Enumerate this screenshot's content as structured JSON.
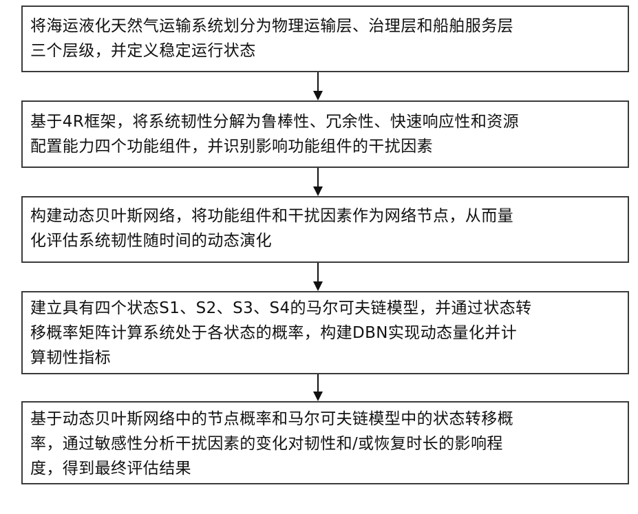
{
  "steps": [
    {
      "lines": [
        "将海运液化天然气运输系统划分为物理运输层、治理层和船舶服务层",
        "三个层级，并定义稳定运行状态"
      ]
    },
    {
      "lines": [
        "基于4R框架，将系统韧性分解为鲁棒性、冗余性、快速响应性和资源",
        "配置能力四个功能组件，并识别影响功能组件的干扰因素"
      ]
    },
    {
      "lines": [
        "构建动态贝叶斯网络，将功能组件和干扰因素作为网络节点，从而量",
        "化评估系统韧性随时间的动态演化"
      ]
    },
    {
      "lines": [
        "建立具有四个状态S1、S2、S3、S4的马尔可夫链模型，并通过状态转",
        "移概率矩阵计算系统处于各状态的概率，构建DBN实现动态量化并计",
        "算韧性指标"
      ]
    },
    {
      "lines": [
        "基于动态贝叶斯网络中的节点概率和马尔可夫链模型中的状态转移概",
        "率，通过敏感性分析干扰因素的变化对韧性和/或恢复时长的影响程",
        "度，得到最终评估结果"
      ]
    }
  ]
}
